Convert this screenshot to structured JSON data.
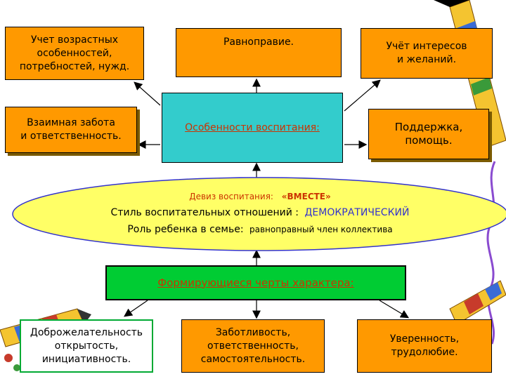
{
  "top_boxes": {
    "age": "Учет возрастных\nособенностей,\nпотребностей, нужд.",
    "equality": "Равноправие.",
    "interests": "Учёт интересов\nи желаний."
  },
  "side_boxes": {
    "care": "Взаимная забота\nи ответственность.",
    "support": "Поддержка,\nпомощь."
  },
  "center": {
    "title": "Особенности воспитания:"
  },
  "ellipse": {
    "motto_label": "Девиз воспитания:",
    "motto_value": "«ВМЕСТЕ»",
    "style_label": "Стиль воспитательных отношений :",
    "style_value": "ДЕМОКРАТИЧЕСКИЙ",
    "role_label": "Роль ребенка в семье:",
    "role_value": "равноправный член коллектива"
  },
  "traits": {
    "title": "Формирующиеся черты характера:",
    "left": "Доброжелательность\nоткрытость,\nинициативность.",
    "middle": "Заботливость,\nответственность,\nсамостоятельность.",
    "right": "Уверенность,\nтрудолюбие."
  },
  "colors": {
    "orange": "#ff9900",
    "cyan": "#33cccc",
    "green": "#00cc33",
    "ellipse_fill": "#ffff66",
    "ellipse_border": "#3333cc",
    "style_value_color": "#3333cc",
    "motto_color": "#cc3300"
  }
}
